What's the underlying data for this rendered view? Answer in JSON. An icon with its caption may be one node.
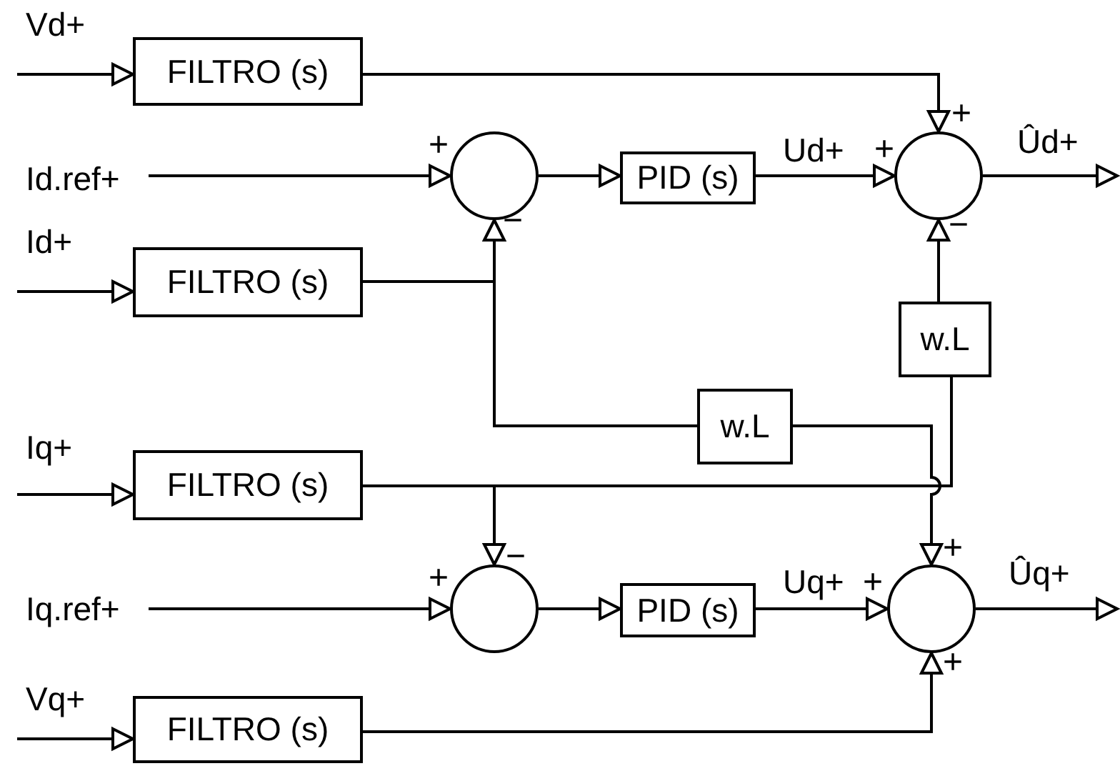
{
  "diagram": {
    "nodes": [
      {
        "text": [
          "FILTRO (s)"
        ]
      },
      {
        "text": [
          "Id.ref+"
        ]
      },
      {
        "text": [],
        "shape": "circle",
        "beside": [
          "+",
          "−"
        ]
      },
      {
        "text": [
          "PID (s)"
        ]
      },
      {
        "text": [],
        "shape": "circle",
        "beside": [
          "+",
          "+",
          "−"
        ]
      },
      {
        "text": [
          "FILTRO (s)"
        ]
      },
      {
        "text": [
          "w.L"
        ]
      },
      {
        "text": [
          "w.L"
        ]
      },
      {
        "text": [
          "FILTRO (s)"
        ]
      },
      {
        "text": [
          "Iq.ref+"
        ]
      },
      {
        "text": [],
        "shape": "circle",
        "beside": [
          "+",
          "−"
        ]
      },
      {
        "text": [
          "PID (s)"
        ]
      },
      {
        "text": [],
        "shape": "circle",
        "beside": [
          "+",
          "+",
          "+"
        ]
      },
      {
        "text": [
          "FILTRO (s)"
        ]
      }
    ],
    "edges": [
      {
        "from": null,
        "to": 0,
        "arrow": "to",
        "label": "Vd+"
      },
      {
        "from": 0,
        "to": 4,
        "arrow": "to"
      },
      {
        "from": 1,
        "to": 2,
        "arrow": "to"
      },
      {
        "from": null,
        "to": 5,
        "arrow": "to",
        "label": "Id+"
      },
      {
        "from": 5,
        "to": 2,
        "arrow": "to"
      },
      {
        "from": 5,
        "to": 7,
        "arrow": "none"
      },
      {
        "from": 2,
        "to": 3,
        "arrow": "to"
      },
      {
        "from": 3,
        "to": 4,
        "arrow": "to",
        "label": "Ud+"
      },
      {
        "from": 4,
        "to": null,
        "arrow": "to",
        "label": "Ûd+"
      },
      {
        "from": 6,
        "to": 4,
        "arrow": "to"
      },
      {
        "from": null,
        "to": 8,
        "arrow": "to",
        "label": "Iq+"
      },
      {
        "from": 8,
        "to": 6,
        "arrow": "none"
      },
      {
        "from": 8,
        "to": 10,
        "arrow": "to"
      },
      {
        "from": 7,
        "to": 12,
        "arrow": "to"
      },
      {
        "from": 9,
        "to": 10,
        "arrow": "to"
      },
      {
        "from": 10,
        "to": 11,
        "arrow": "to"
      },
      {
        "from": 11,
        "to": 12,
        "arrow": "to",
        "label": "Uq+"
      },
      {
        "from": 12,
        "to": null,
        "arrow": "to",
        "label": "Ûq+"
      },
      {
        "from": null,
        "to": 13,
        "arrow": "to",
        "label": "Vq+"
      },
      {
        "from": 13,
        "to": 12,
        "arrow": "to"
      }
    ]
  }
}
